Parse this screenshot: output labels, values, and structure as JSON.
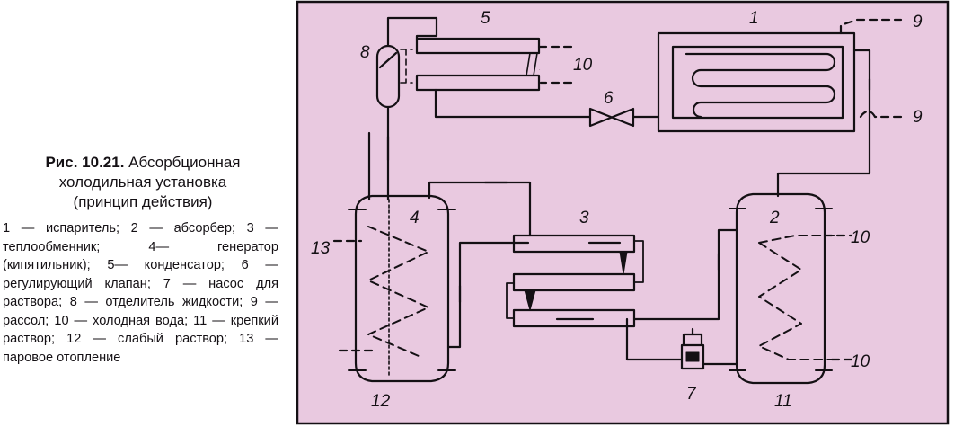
{
  "caption": {
    "figure_number": "Рис. 10.21.",
    "title_lines": [
      "Абсорбционная",
      "холодильная установка",
      "(принцип действия)"
    ],
    "legend": "1 — испаритель; 2 — абсорбер; 3 — теплообменник; 4— генератор (кипятильник); 5— конденсатор; 6 — регулирующий клапан; 7 — насос для раствора; 8 — отделитель жидкости; 9 — рассол; 10 — холодная вода; 11 — крепкий раствор; 12 — слабый раствор; 13 — паровое отопление"
  },
  "diagram": {
    "background": "#e9c9e0",
    "line_color": "#141014",
    "labels": {
      "evaporator": "1",
      "absorber": "2",
      "heat_exchanger": "3",
      "generator": "4",
      "condenser": "5",
      "valve": "6",
      "pump": "7",
      "separator": "8",
      "brine_in": "9",
      "brine_out": "9",
      "condenser_water_out": "10",
      "condenser_water_in": "10",
      "absorber_water_out": "10",
      "absorber_water_in": "10",
      "strong_solution": "11",
      "weak_solution": "12",
      "steam_heating": "13"
    }
  }
}
